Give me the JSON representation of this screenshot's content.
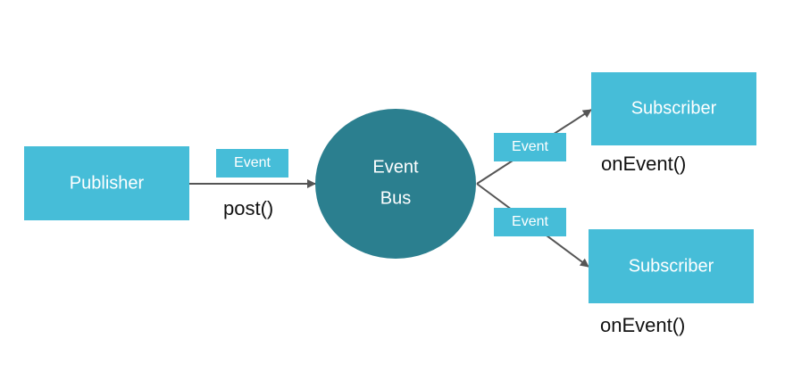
{
  "colors": {
    "box_fill": "#46BDD8",
    "bus_fill": "#2B7F8F",
    "arrow": "#555555",
    "label_text": "#111111",
    "box_text": "#FFFFFF"
  },
  "publisher": {
    "label": "Publisher",
    "call": "post()",
    "event_tag": "Event"
  },
  "event_bus": {
    "line1": "Event",
    "line2": "Bus"
  },
  "subscribers": [
    {
      "label": "Subscriber",
      "call": "onEvent()",
      "event_tag": "Event"
    },
    {
      "label": "Subscriber",
      "call": "onEvent()",
      "event_tag": "Event"
    }
  ]
}
